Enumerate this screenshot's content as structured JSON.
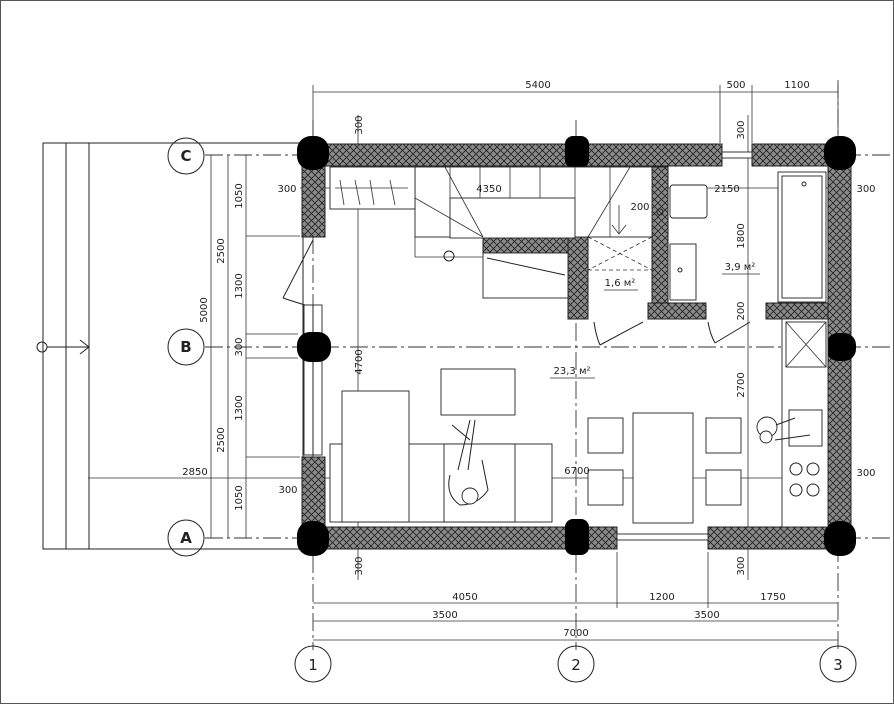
{
  "title": "Floor plan",
  "axes": {
    "rows": [
      "C",
      "B",
      "A"
    ],
    "cols": [
      "1",
      "2",
      "3"
    ]
  },
  "areas": {
    "hall": "23,3 м²",
    "storage": "1,6 м²",
    "bathroom": "3,9 м²"
  },
  "dims": {
    "top_total": "5400",
    "top_window": "500",
    "top_right": "1100",
    "top_wall_left": "300",
    "top_wall_right": "300",
    "left_1050_top": "1050",
    "left_2500_top": "2500",
    "left_1300_top": "1300",
    "left_5000": "5000",
    "left_300_mid": "300",
    "left_1300_bot": "1300",
    "left_2500_bot": "2500",
    "left_1050_bot": "1050",
    "porch_2850": "2850",
    "left_wall_top": "300",
    "left_wall_bot": "300",
    "inner_4350": "4350",
    "inner_2150": "2150",
    "inner_200_a": "200",
    "inner_1800": "1800",
    "inner_200_b": "200",
    "inner_4700": "4700",
    "inner_2700": "2700",
    "inner_6700": "6700",
    "right_wall_top": "300",
    "right_wall_bot": "300",
    "bot_wall_left": "300",
    "bot_wall_right": "300",
    "bot_4050": "4050",
    "bot_1200": "1200",
    "bot_1750": "1750",
    "bot_3500_a": "3500",
    "bot_3500_b": "3500",
    "bot_7000": "7000"
  },
  "colors": {
    "wall_fill": "#8a8a8a",
    "column": "#000000",
    "line": "#222222"
  }
}
